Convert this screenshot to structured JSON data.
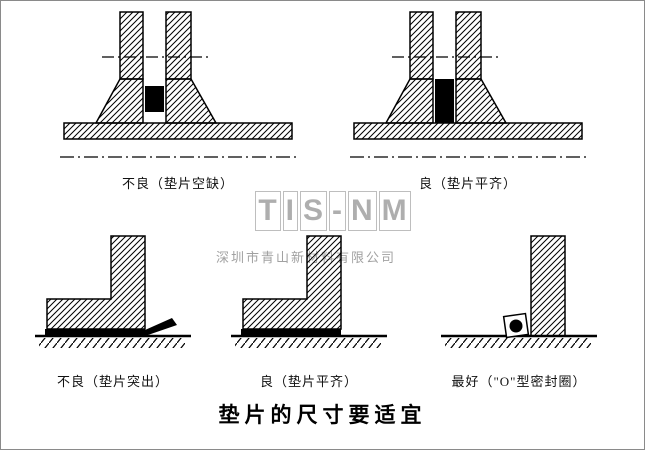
{
  "figure": {
    "title": "垫片的尺寸要适宜",
    "top_row": [
      {
        "label": "不良（垫片空缺）"
      },
      {
        "label": "良（垫片平齐）"
      }
    ],
    "bottom_row": [
      {
        "label": "不良（垫片突出）"
      },
      {
        "label": "良（垫片平齐）"
      },
      {
        "label": "最好（\"O\"型密封圈）"
      }
    ],
    "watermark": {
      "brand": "TIS-NM",
      "company": "深圳市青山新材料有限公司"
    },
    "colors": {
      "line": "#000000",
      "gasket": "#000000",
      "watermark_gray": "#a0a0a0"
    }
  }
}
